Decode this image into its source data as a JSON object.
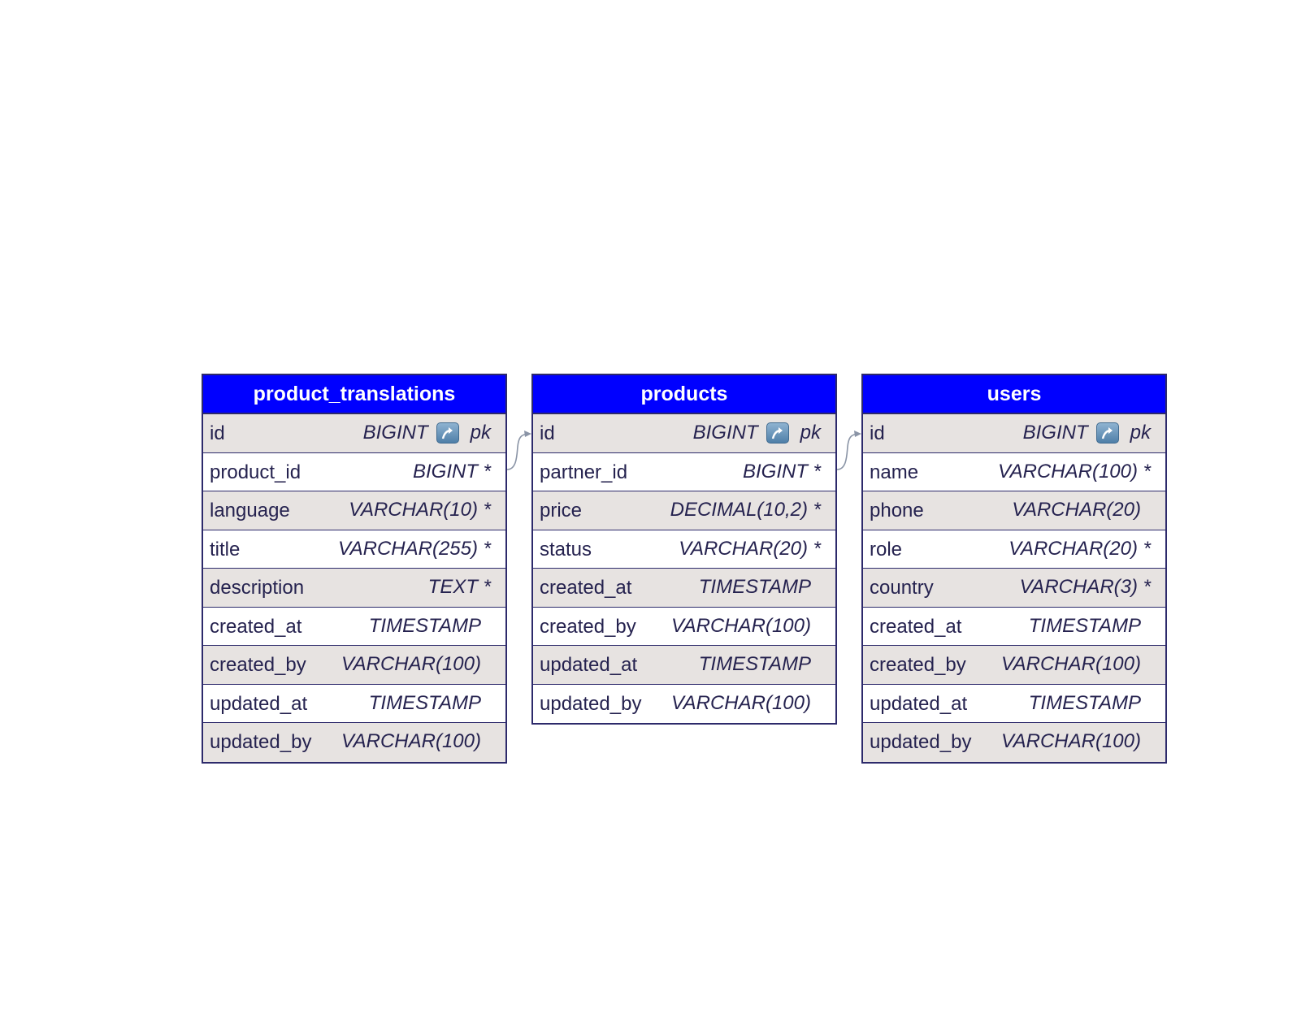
{
  "tables": [
    {
      "name": "product_translations",
      "columns": [
        {
          "name": "id",
          "type": "BIGINT",
          "pk": true,
          "suffix": "pk"
        },
        {
          "name": "product_id",
          "type": "BIGINT *"
        },
        {
          "name": "language",
          "type": "VARCHAR(10) *"
        },
        {
          "name": "title",
          "type": "VARCHAR(255) *"
        },
        {
          "name": "description",
          "type": "TEXT *"
        },
        {
          "name": "created_at",
          "type": "TIMESTAMP"
        },
        {
          "name": "created_by",
          "type": "VARCHAR(100)"
        },
        {
          "name": "updated_at",
          "type": "TIMESTAMP"
        },
        {
          "name": "updated_by",
          "type": "VARCHAR(100)"
        }
      ]
    },
    {
      "name": "products",
      "columns": [
        {
          "name": "id",
          "type": "BIGINT",
          "pk": true,
          "suffix": "pk"
        },
        {
          "name": "partner_id",
          "type": "BIGINT *"
        },
        {
          "name": "price",
          "type": "DECIMAL(10,2) *"
        },
        {
          "name": "status",
          "type": "VARCHAR(20) *"
        },
        {
          "name": "created_at",
          "type": "TIMESTAMP"
        },
        {
          "name": "created_by",
          "type": "VARCHAR(100)"
        },
        {
          "name": "updated_at",
          "type": "TIMESTAMP"
        },
        {
          "name": "updated_by",
          "type": "VARCHAR(100)"
        }
      ]
    },
    {
      "name": "users",
      "columns": [
        {
          "name": "id",
          "type": "BIGINT",
          "pk": true,
          "suffix": "pk"
        },
        {
          "name": "name",
          "type": "VARCHAR(100) *"
        },
        {
          "name": "phone",
          "type": "VARCHAR(20)"
        },
        {
          "name": "role",
          "type": "VARCHAR(20) *"
        },
        {
          "name": "country",
          "type": "VARCHAR(3) *"
        },
        {
          "name": "created_at",
          "type": "TIMESTAMP"
        },
        {
          "name": "created_by",
          "type": "VARCHAR(100)"
        },
        {
          "name": "updated_at",
          "type": "TIMESTAMP"
        },
        {
          "name": "updated_by",
          "type": "VARCHAR(100)"
        }
      ]
    }
  ],
  "relations": [
    {
      "from_table": "product_translations",
      "from_column": "product_id",
      "to_table": "products",
      "to_column": "id"
    },
    {
      "from_table": "products",
      "from_column": "partner_id",
      "to_table": "users",
      "to_column": "id"
    }
  ],
  "colors": {
    "header_bg": "#0000ff",
    "header_text": "#ffffff",
    "border": "#2d2a6b",
    "text": "#25224f",
    "shaded_row": "#e7e3e1",
    "connector": "#8a94a6"
  },
  "icons": {
    "primary_key": "key-arrow-icon"
  }
}
